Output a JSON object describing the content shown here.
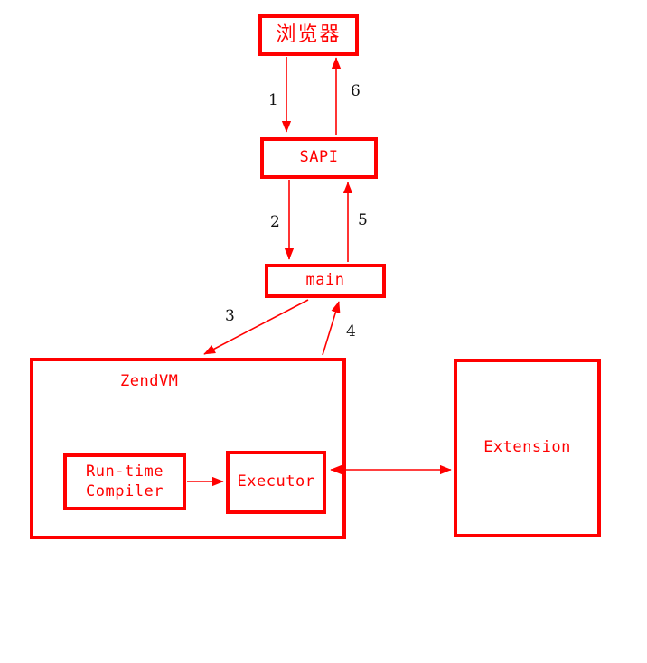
{
  "diagram": {
    "title": "PHP request lifecycle architecture",
    "colors": {
      "stroke": "#ff0000",
      "fill": "#ffffff",
      "label_text": "#111111",
      "node_text": "#ff0000"
    },
    "nodes": [
      {
        "id": "browser",
        "label": "浏览器"
      },
      {
        "id": "sapi",
        "label": "SAPI"
      },
      {
        "id": "main",
        "label": "main"
      },
      {
        "id": "zendvm",
        "label": "ZendVM"
      },
      {
        "id": "compiler",
        "label": "Run-time\nCompiler"
      },
      {
        "id": "executor",
        "label": "Executor"
      },
      {
        "id": "extension",
        "label": "Extension"
      }
    ],
    "edge_labels": [
      {
        "id": "e1",
        "label": "1",
        "from": "browser",
        "to": "sapi"
      },
      {
        "id": "e2",
        "label": "2",
        "from": "sapi",
        "to": "main"
      },
      {
        "id": "e3",
        "label": "3",
        "from": "main",
        "to": "zendvm"
      },
      {
        "id": "e4",
        "label": "4",
        "from": "zendvm",
        "to": "main"
      },
      {
        "id": "e5",
        "label": "5",
        "from": "main",
        "to": "sapi"
      },
      {
        "id": "e6",
        "label": "6",
        "from": "sapi",
        "to": "browser"
      }
    ]
  }
}
